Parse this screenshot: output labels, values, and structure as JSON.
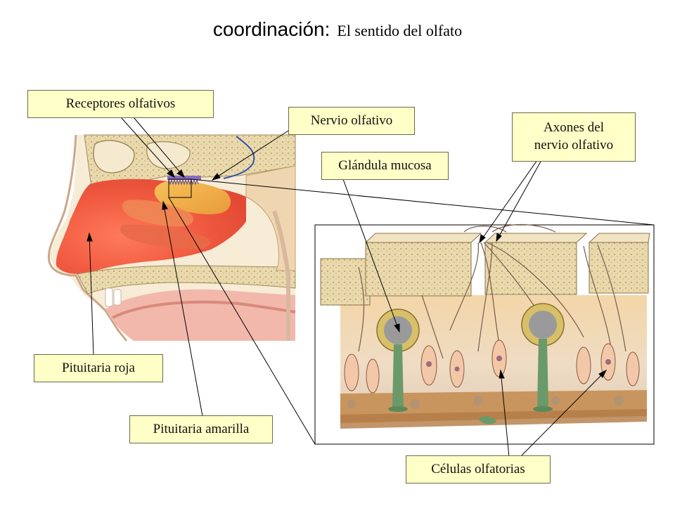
{
  "title": {
    "main": "coordinación:",
    "subtitle": "El sentido del olfato"
  },
  "labels": {
    "receptores": "Receptores olfativos",
    "nervio": "Nervio olfativo",
    "axones_line1": "Axones del",
    "axones_line2": "nervio olfativo",
    "glandula": "Glándula mucosa",
    "pituitaria_roja": "Pituitaria roja",
    "pituitaria_amarilla": "Pituitaria amarilla",
    "celulas": "Células olfatorias"
  },
  "colors": {
    "label_bg": "#ffffc8",
    "nasal_red": "#f26a4a",
    "nasal_yellow": "#f5b347",
    "bone": "#e8d8b0",
    "nerve_blue": "#3355aa",
    "receptor_purple": "#8a6bc0"
  }
}
